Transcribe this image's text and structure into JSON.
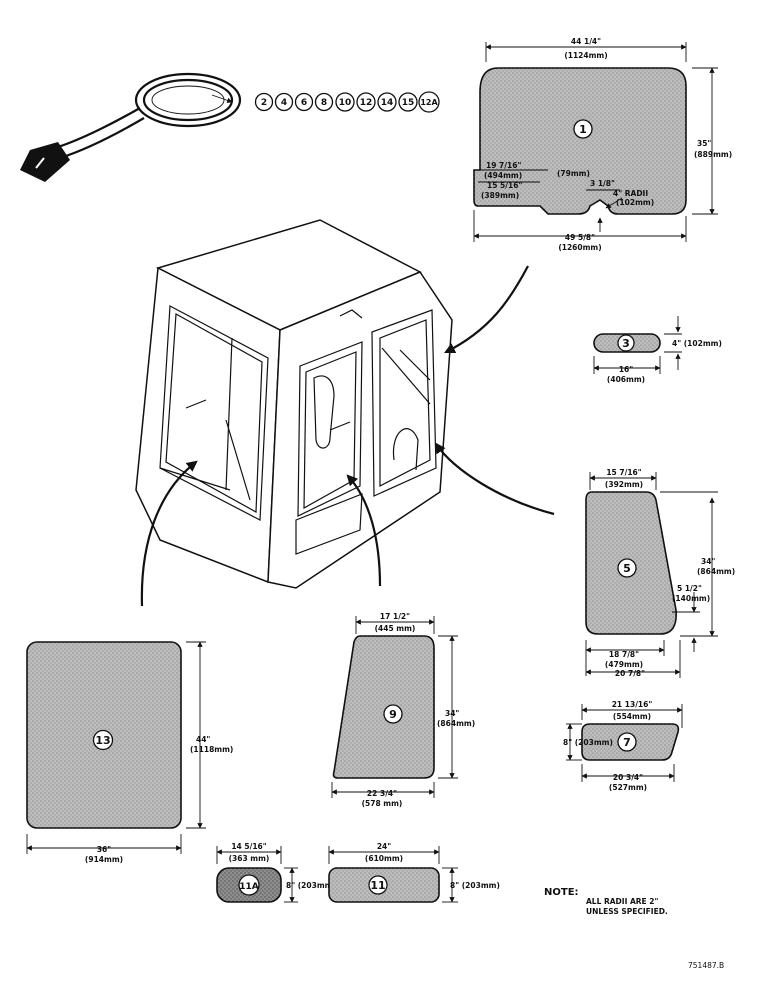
{
  "seal_callouts": [
    "2",
    "4",
    "6",
    "8",
    "10",
    "12",
    "14",
    "15",
    "12A"
  ],
  "panels": {
    "p1": {
      "id": "1",
      "top_width": "44 1/4\"",
      "top_width_mm": "(1124mm)",
      "height": "35\"",
      "height_mm": "(889mm)",
      "left_w1": "19 7/16\"",
      "left_w1_mm": "(494mm)",
      "left_w2": "15 5/16\"",
      "left_w2_mm": "(389mm)",
      "notch_depth_mm": "(79mm)",
      "notch_width": "3 1/8\"",
      "radii": "4\" RADII",
      "radii_mm": "(102mm)",
      "bottom_width": "49 5/8\"",
      "bottom_width_mm": "(1260mm)"
    },
    "p3": {
      "id": "3",
      "height": "4\" (102mm)",
      "width": "16\"",
      "width_mm": "(406mm)"
    },
    "p5": {
      "id": "5",
      "top_width": "15 7/16\"",
      "top_width_mm": "(392mm)",
      "height": "34\"",
      "height_mm": "(864mm)",
      "offset": "5 1/2\"",
      "offset_mm": "(140mm)",
      "bottom_w1": "18 7/8\"",
      "bottom_w1_mm": "(479mm)",
      "bottom_w2": "20 7/8\""
    },
    "p7": {
      "id": "7",
      "top_width": "21 13/16\"",
      "top_width_mm": "(554mm)",
      "height": "8\" (203mm)",
      "bottom_width": "20 3/4\"",
      "bottom_width_mm": "(527mm)"
    },
    "p9": {
      "id": "9",
      "top_width": "17 1/2\"",
      "top_width_mm": "(445 mm)",
      "height": "34\"",
      "height_mm": "(864mm)",
      "bottom_width": "22 3/4\"",
      "bottom_width_mm": "(578 mm)"
    },
    "p13": {
      "id": "13",
      "height": "44\"",
      "height_mm": "(1118mm)",
      "width": "36\"",
      "width_mm": "(914mm)"
    },
    "p11a": {
      "id": "11A",
      "width": "14 5/16\"",
      "width_mm": "(363 mm)",
      "height": "8\" (203mm)"
    },
    "p11": {
      "id": "11",
      "width": "24\"",
      "width_mm": "(610mm)",
      "height": "8\" (203mm)"
    }
  },
  "note": {
    "title": "NOTE:",
    "line1": "ALL RADII ARE 2\"",
    "line2": "UNLESS SPECIFIED."
  },
  "drawing_ref": "751487.B"
}
